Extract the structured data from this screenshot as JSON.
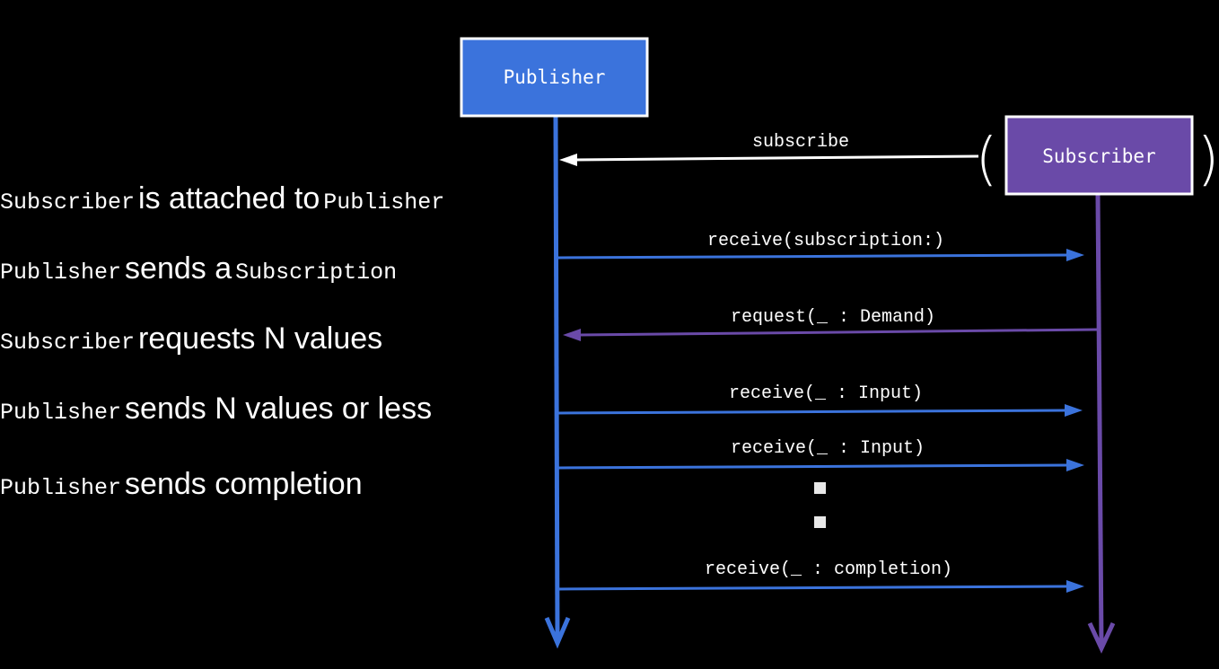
{
  "colors": {
    "background": "#000000",
    "publisher": "#3b73dc",
    "subscriber": "#6a4aa8",
    "subscribe_arrow": "#ffffff",
    "text": "#ffffff"
  },
  "actors": {
    "publisher": "Publisher",
    "subscriber": "Subscriber"
  },
  "brackets": {
    "open": "(",
    "close": ")"
  },
  "messages": [
    {
      "label": "subscribe",
      "from": "subscriber",
      "to": "publisher"
    },
    {
      "label": "receive(subscription:)",
      "from": "publisher",
      "to": "subscriber"
    },
    {
      "label": "request(_ : Demand)",
      "from": "subscriber",
      "to": "publisher"
    },
    {
      "label": "receive(_ : Input)",
      "from": "publisher",
      "to": "subscriber"
    },
    {
      "label": "receive(_ : Input)",
      "from": "publisher",
      "to": "subscriber"
    },
    {
      "label": "receive(_ : completion)",
      "from": "publisher",
      "to": "subscriber"
    }
  ],
  "continuation_dots": 2,
  "steps": [
    {
      "subject": "Subscriber",
      "action": "is attached to",
      "object": "Publisher"
    },
    {
      "subject": "Publisher",
      "action": "sends a",
      "object": "Subscription"
    },
    {
      "subject": "Subscriber",
      "action": "requests N values",
      "object": ""
    },
    {
      "subject": "Publisher",
      "action": "sends N values or less",
      "object": ""
    },
    {
      "subject": "Publisher",
      "action": "sends completion",
      "object": ""
    }
  ]
}
